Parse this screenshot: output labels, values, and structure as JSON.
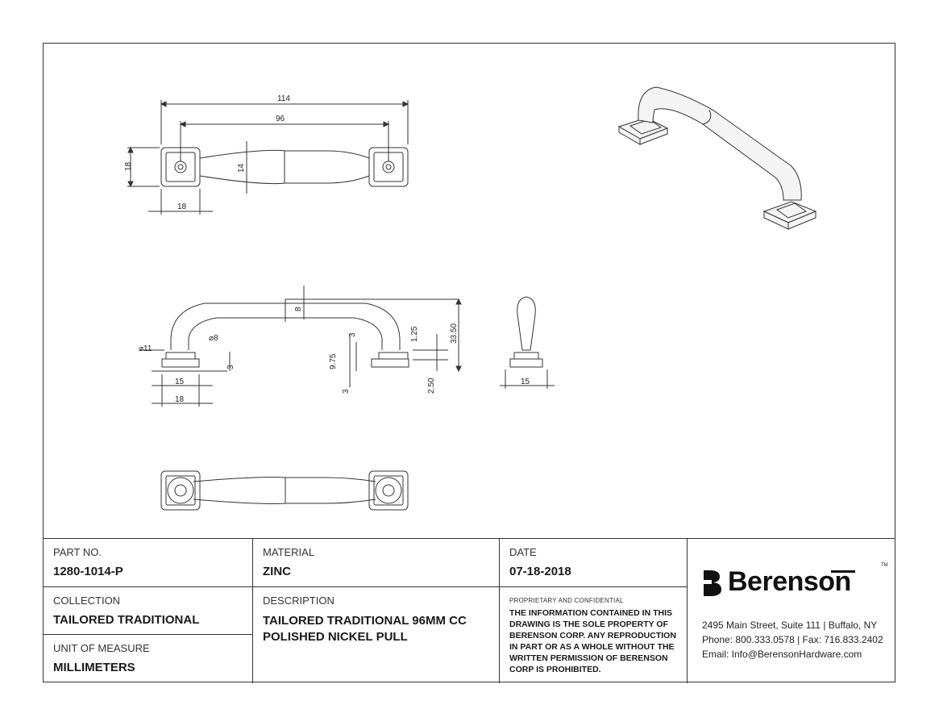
{
  "dimensions": {
    "overall_length": "114",
    "center_to_center": "96",
    "base_height": "18",
    "base_width": "18",
    "grip_width": "14",
    "grip_thickness": "8",
    "post_dia_outer": "⌀11",
    "post_dia_inner": "⌀8",
    "base_step": "3",
    "side_base_inner": "15",
    "side_base_outer": "18",
    "dim_3_a": "3",
    "dim_9_75": "9.75",
    "dim_3_b": "3",
    "dim_1_25": "1.25",
    "dim_2_50": "2.50",
    "dim_33_50": "33.50",
    "end_base_width": "15"
  },
  "title_block": {
    "part_no": {
      "label": "PART NO.",
      "value": "1280-1014-P"
    },
    "material": {
      "label": "MATERIAL",
      "value": "ZINC"
    },
    "date": {
      "label": "DATE",
      "value": "07-18-2018"
    },
    "collection": {
      "label": "COLLECTION",
      "value": "TAILORED TRADITIONAL"
    },
    "description": {
      "label": "DESCRIPTION",
      "value": "TAILORED TRADITIONAL 96MM CC POLISHED NICKEL PULL"
    },
    "unit": {
      "label": "UNIT OF MEASURE",
      "value": "MILLIMETERS"
    },
    "proprietary": {
      "title": "PROPRIETARY AND CONFIDENTIAL",
      "text": "THE INFORMATION CONTAINED IN THIS DRAWING IS THE SOLE PROPERTY OF BERENSON CORP. ANY REPRODUCTION IN PART OR AS A WHOLE WITHOUT THE WRITTEN PERMISSION OF BERENSON CORP IS PROHIBITED."
    }
  },
  "company": {
    "name": "Berenson",
    "tm": "TM",
    "address": "2495 Main Street, Suite 111 | Buffalo, NY",
    "phone": "Phone: 800.333.0578 | Fax: 716.833.2402",
    "email": "Email: Info@BerensonHardware.com"
  },
  "colors": {
    "line": "#333333",
    "text": "#1a1a1a",
    "fill": "#f2f2f2"
  }
}
